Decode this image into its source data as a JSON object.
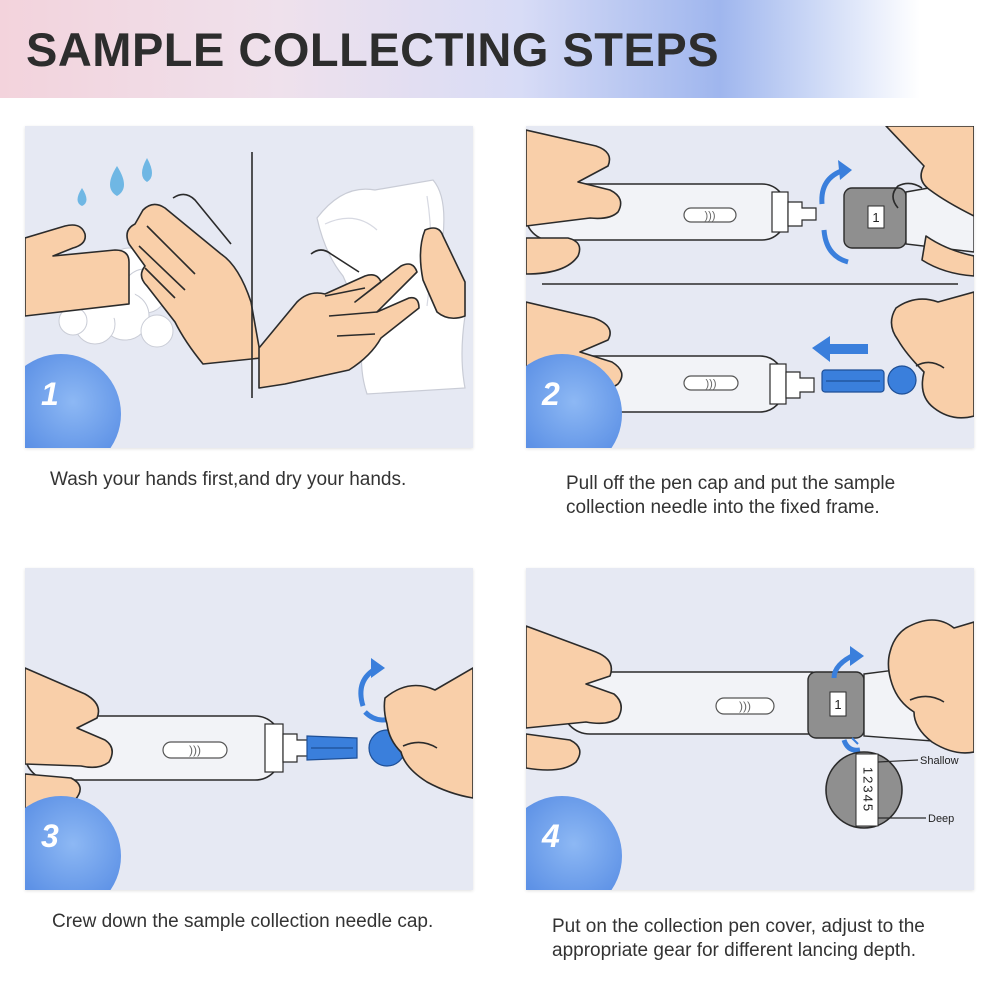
{
  "title": "SAMPLE COLLECTING STEPS",
  "steps": [
    {
      "number": "1",
      "caption": "Wash your hands first,and dry your hands."
    },
    {
      "number": "2",
      "caption": "Pull off the pen cap and put the sample collection needle into the fixed frame.",
      "cap_digit": "1"
    },
    {
      "number": "3",
      "caption": "Crew down the sample collection needle cap."
    },
    {
      "number": "4",
      "caption": "Put on the collection pen cover, adjust to the appropriate gear for different lancing depth.",
      "cap_digit": "1",
      "dial_digits": "12345",
      "label_shallow": "Shallow",
      "label_deep": "Deep"
    }
  ],
  "colors": {
    "panel_bg": "#e6e9f3",
    "badge": "#5e92e6",
    "accent_blue": "#3a7fdc",
    "skin": "#f9cfa9",
    "skin_outline": "#2b2b2b",
    "pen_body": "#f2f3f7",
    "pen_grip": "#9a9a9a",
    "title_text": "#2d2d2d"
  },
  "icons": [
    "water-drop-icon",
    "foam-icon",
    "towel-icon",
    "rotate-arrow-icon",
    "left-arrow-icon",
    "lancing-pen-icon",
    "lancet-needle-icon",
    "depth-dial-icon"
  ]
}
